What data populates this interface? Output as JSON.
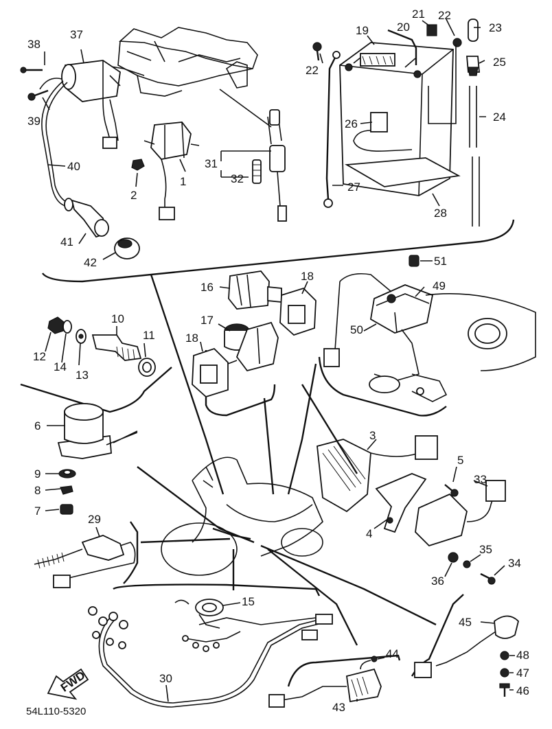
{
  "diagram": {
    "code": "54L110-5320",
    "fwd_arrow": "FWD",
    "callouts": [
      {
        "id": "c1",
        "text": "1"
      },
      {
        "id": "c2",
        "text": "2"
      },
      {
        "id": "c3",
        "text": "3"
      },
      {
        "id": "c4",
        "text": "4"
      },
      {
        "id": "c5",
        "text": "5"
      },
      {
        "id": "c6",
        "text": "6"
      },
      {
        "id": "c7",
        "text": "7"
      },
      {
        "id": "c8",
        "text": "8"
      },
      {
        "id": "c9",
        "text": "9"
      },
      {
        "id": "c10",
        "text": "10"
      },
      {
        "id": "c11",
        "text": "11"
      },
      {
        "id": "c12",
        "text": "12"
      },
      {
        "id": "c13",
        "text": "13"
      },
      {
        "id": "c14",
        "text": "14"
      },
      {
        "id": "c15",
        "text": "15"
      },
      {
        "id": "c16",
        "text": "16"
      },
      {
        "id": "c17",
        "text": "17"
      },
      {
        "id": "c18a",
        "text": "18"
      },
      {
        "id": "c18b",
        "text": "18"
      },
      {
        "id": "c19",
        "text": "19"
      },
      {
        "id": "c20",
        "text": "20"
      },
      {
        "id": "c21",
        "text": "21"
      },
      {
        "id": "c22a",
        "text": "22"
      },
      {
        "id": "c22b",
        "text": "22"
      },
      {
        "id": "c23",
        "text": "23"
      },
      {
        "id": "c24",
        "text": "24"
      },
      {
        "id": "c25",
        "text": "25"
      },
      {
        "id": "c26",
        "text": "26"
      },
      {
        "id": "c27",
        "text": "27"
      },
      {
        "id": "c28",
        "text": "28"
      },
      {
        "id": "c29",
        "text": "29"
      },
      {
        "id": "c30",
        "text": "30"
      },
      {
        "id": "c31",
        "text": "31"
      },
      {
        "id": "c32",
        "text": "32"
      },
      {
        "id": "c33",
        "text": "33"
      },
      {
        "id": "c34",
        "text": "34"
      },
      {
        "id": "c35",
        "text": "35"
      },
      {
        "id": "c36",
        "text": "36"
      },
      {
        "id": "c37",
        "text": "37"
      },
      {
        "id": "c38",
        "text": "38"
      },
      {
        "id": "c39",
        "text": "39"
      },
      {
        "id": "c40",
        "text": "40"
      },
      {
        "id": "c41",
        "text": "41"
      },
      {
        "id": "c42",
        "text": "42"
      },
      {
        "id": "c43",
        "text": "43"
      },
      {
        "id": "c44",
        "text": "44"
      },
      {
        "id": "c45",
        "text": "45"
      },
      {
        "id": "c46",
        "text": "46"
      },
      {
        "id": "c47",
        "text": "47"
      },
      {
        "id": "c48",
        "text": "48"
      },
      {
        "id": "c49",
        "text": "49"
      },
      {
        "id": "c50",
        "text": "50"
      },
      {
        "id": "c51",
        "text": "51"
      }
    ]
  }
}
